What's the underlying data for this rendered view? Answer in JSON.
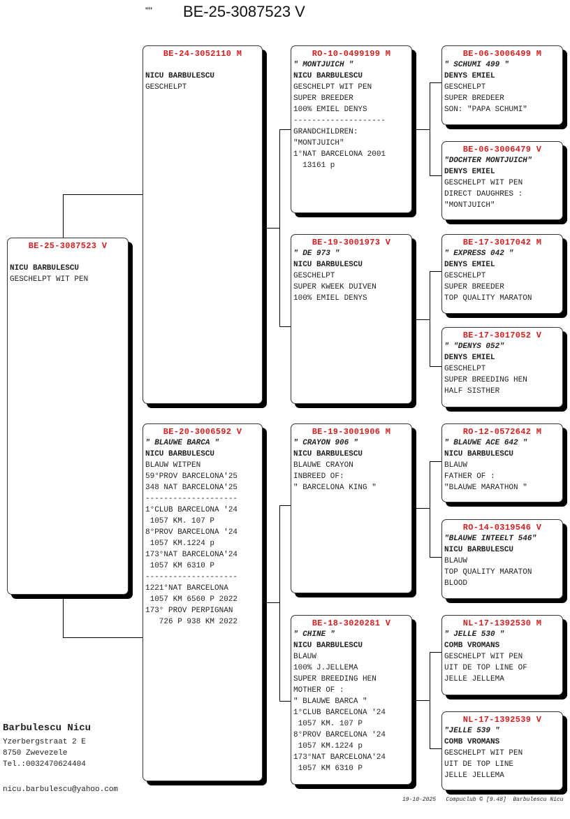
{
  "title": {
    "quotes": "\"\"",
    "ring": "BE-25-3087523 V"
  },
  "pedigree": {
    "subject": {
      "ring": "BE-25-3087523 V",
      "nickname": "",
      "owner": "NICU BARBULESCU",
      "lines": [
        "GESCHELPT WIT PEN"
      ]
    },
    "sire": {
      "ring": "BE-24-3052110 M",
      "nickname": "",
      "owner": "NICU BARBULESCU",
      "lines": [
        "GESCHELPT"
      ]
    },
    "dam": {
      "ring": "BE-20-3006592 V",
      "nickname": "\" BLAUWE BARCA \"",
      "owner": "NICU BARBULESCU",
      "lines": [
        "BLAUW WITPEN",
        "59°PROV BARCELONA'25",
        "348 NAT BARCELONA'25",
        "--------------------",
        "1°CLUB BARCELONA '24",
        " 1057 KM. 107 P",
        "8°PROV BARCELONA '24",
        " 1057 KM.1224 p",
        "173°NAT BARCELONA'24",
        " 1057 KM 6310 P",
        "--------------------",
        "1221°NAT BARCELONA",
        " 1057 KM 6560 P 2022",
        "173° PROV PERPIGNAN",
        "   726 P 938 KM 2022"
      ]
    },
    "ss": {
      "ring": "RO-10-0499199 M",
      "nickname": "\" MONTJUICH \"",
      "owner": "NICU BARBULESCU",
      "lines": [
        "GESCHELPT WIT PEN",
        "SUPER BREEDER",
        "100% EMIEL DENYS",
        "--------------------",
        "GRANDCHILDREN:",
        "\"MONTJUICH\"",
        "1°NAT BARCELONA 2001",
        "  13161 p"
      ]
    },
    "sd": {
      "ring": "BE-19-3001973 V",
      "nickname": "\" DE 973 \"",
      "owner": "NICU BARBULESCU",
      "lines": [
        "GESCHELPT",
        "SUPER KWEEK DUIVEN",
        "100% EMIEL DENYS"
      ]
    },
    "ds": {
      "ring": "BE-19-3001906 M",
      "nickname": "\" CRAYON 906 \"",
      "owner": "NICU BARBULESCU",
      "lines": [
        "BLAUWE CRAYON",
        "INBREED OF:",
        "\" BARCELONA KING \""
      ]
    },
    "dd": {
      "ring": "BE-18-3020281 V",
      "nickname": "\" CHINE \"",
      "owner": "NICU BARBULESCU",
      "lines": [
        "BLAUW",
        "100% J.JELLEMA",
        "SUPER BREEDING HEN",
        "MOTHER OF :",
        "\" BLAUWE BARCA \"",
        "1°CLUB BARCELONA '24",
        " 1057 KM. 107 P",
        "8°PROV BARCELONA '24",
        " 1057 KM.1224 p",
        "173°NAT BARCELONA'24",
        " 1057 KM 6310 P"
      ]
    },
    "sss": {
      "ring": "BE-06-3006499 M",
      "nickname": "\" SCHUMI 499 \"",
      "owner": "DENYS EMIEL",
      "lines": [
        "GESCHELPT",
        "SUPER BREDEER",
        "SON: \"PAPA SCHUMI\""
      ]
    },
    "ssd": {
      "ring": "BE-06-3006479 V",
      "nickname": "\"DOCHTER MONTJUICH\"",
      "owner": "DENYS EMIEL",
      "lines": [
        "GESCHELPT WIT PEN",
        "DIRECT DAUGHRES :",
        "\"MONTJUICH\""
      ]
    },
    "sds": {
      "ring": "BE-17-3017042 M",
      "nickname": "\" EXPRESS 042 \"",
      "owner": "DENYS EMIEL",
      "lines": [
        "GESCHELPT",
        "SUPER BREEDER",
        "TOP QUALITY MARATON"
      ]
    },
    "sdd": {
      "ring": "BE-17-3017052 V",
      "nickname": "\" \"DENYS 052\"",
      "owner": "DENYS EMIEL",
      "lines": [
        "GESCHELPT",
        "SUPER BREEDING HEN",
        "HALF SISTHER"
      ]
    },
    "dss": {
      "ring": "RO-12-0572642 M",
      "nickname": "\" BLAUWE ACE 642 \"",
      "owner": "NICU BARBULESCU",
      "lines": [
        "BLAUW",
        "FATHER OF :",
        "\"BLAUWE MARATHON \""
      ]
    },
    "dsd": {
      "ring": "RO-14-0319546 V",
      "nickname": "\"BLAUWE INTEELT 546\"",
      "owner": "NICU BARBULESCU",
      "lines": [
        "BLAUW",
        "TOP QUALITY MARATON",
        "BLOOD"
      ]
    },
    "dds": {
      "ring": "NL-17-1392530 M",
      "nickname": "\" JELLE 530 \"",
      "owner": "COMB VROMANS",
      "lines": [
        "GESCHELPT WIT PEN",
        "UIT DE TOP LINE OF",
        "JELLE JELLEMA"
      ]
    },
    "ddd": {
      "ring": "NL-17-1392539 V",
      "nickname": "\"JELLE 539 \"",
      "owner": "COMB VROMANS",
      "lines": [
        "GESCHELPT WIT PEN",
        "UIT DE TOP LINE",
        "JELLE JELLEMA"
      ]
    }
  },
  "breeder": {
    "name": "Barbulescu Nicu",
    "street": "Yzerbergstraat 2 E",
    "city": "8750  Zwevezele",
    "phone": "Tel.:0032470624404",
    "email": "nicu.barbulescu@yahoo.com"
  },
  "footer": {
    "date": "19-10-2025",
    "software": "Compuclub © [9.48]",
    "name": "Barbulescu Nicu"
  }
}
